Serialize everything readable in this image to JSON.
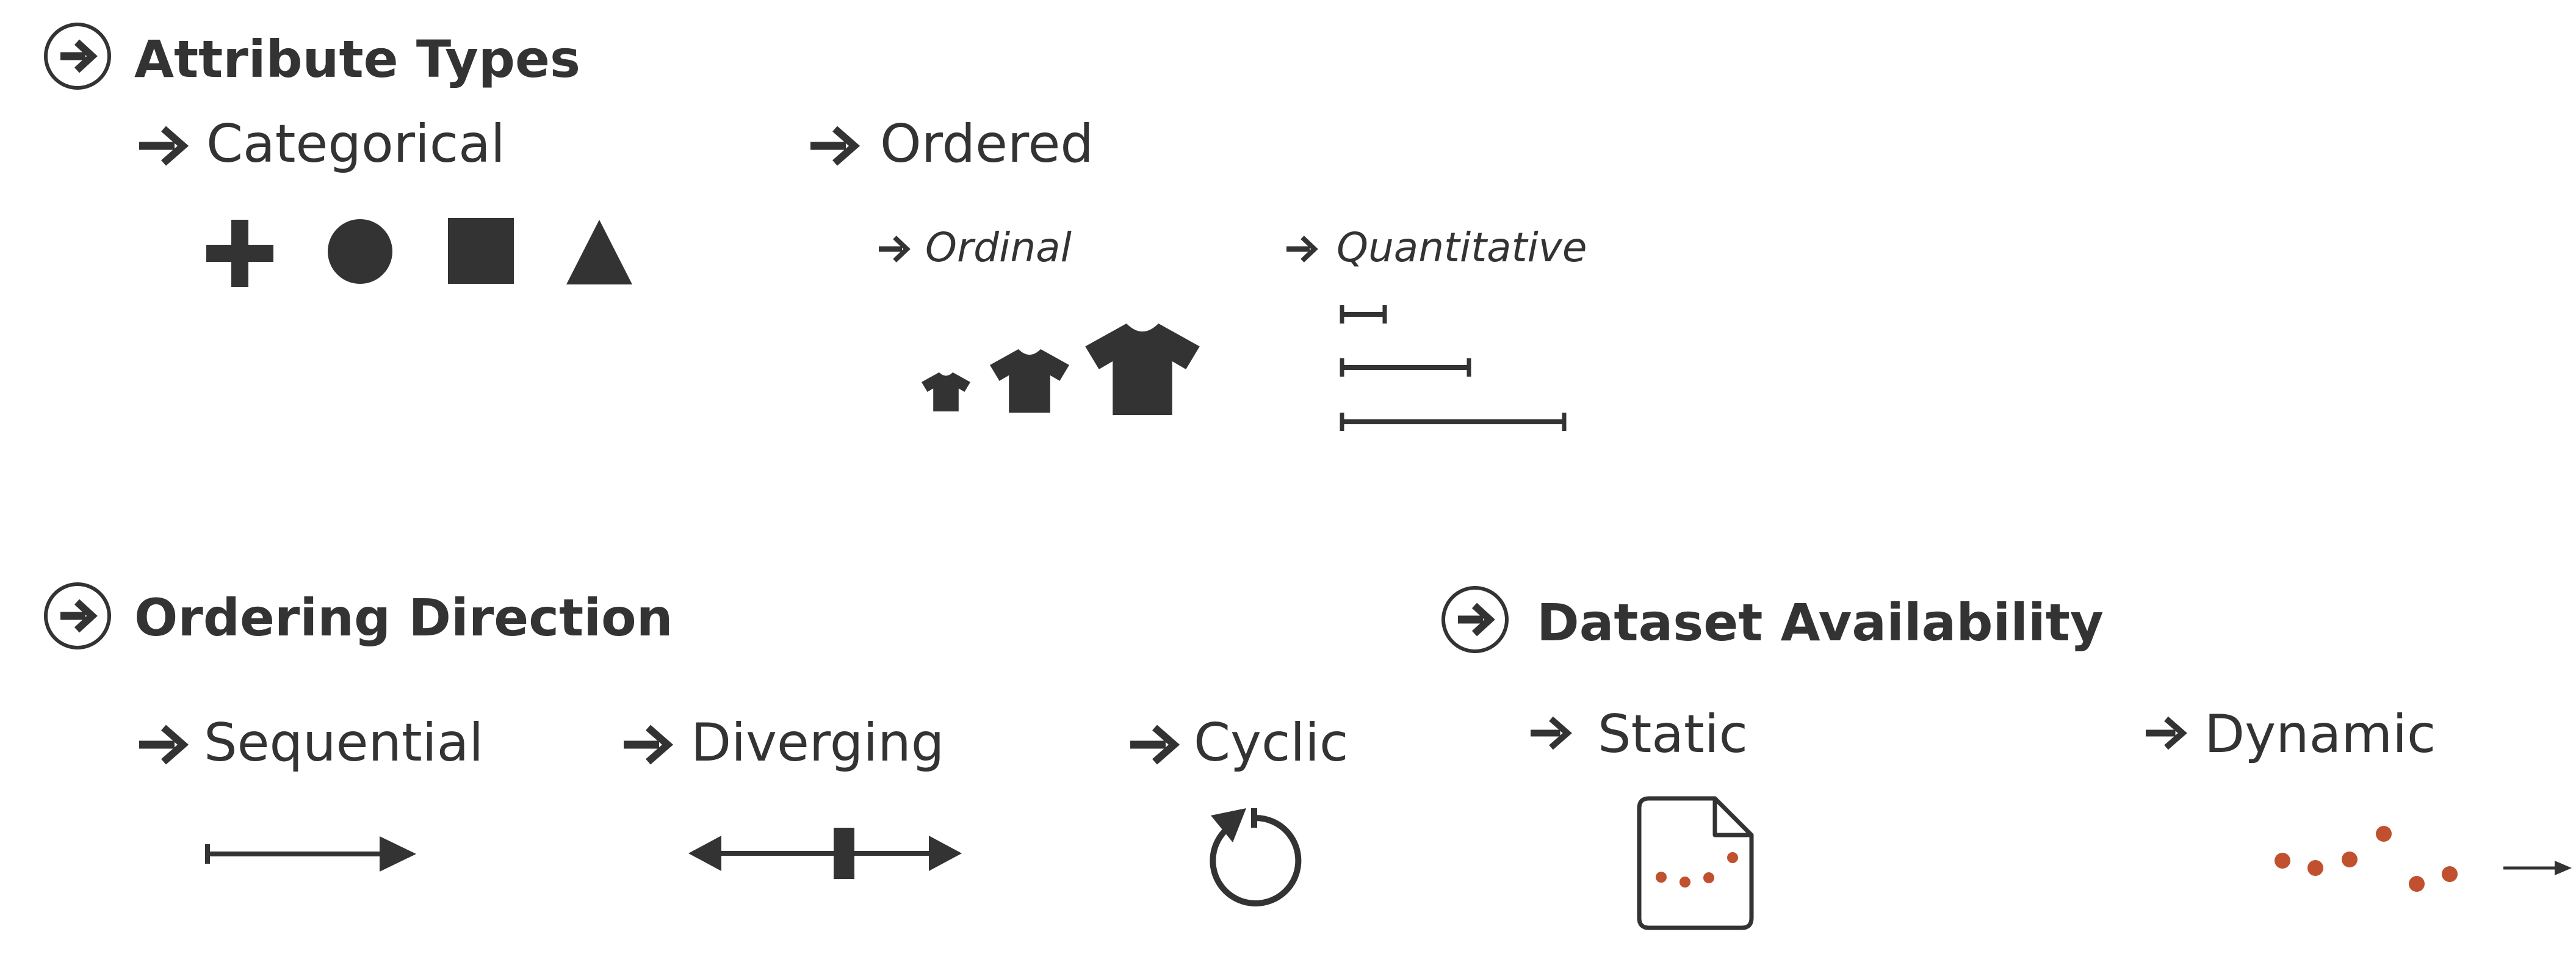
{
  "attribute_types": {
    "title": "Attribute Types",
    "categorical": {
      "label": "Categorical"
    },
    "ordered": {
      "label": "Ordered",
      "ordinal": {
        "label": "Ordinal"
      },
      "quantitative": {
        "label": "Quantitative"
      }
    }
  },
  "ordering_direction": {
    "title": "Ordering Direction",
    "sequential": {
      "label": "Sequential"
    },
    "diverging": {
      "label": "Diverging"
    },
    "cyclic": {
      "label": "Cyclic"
    }
  },
  "dataset_availability": {
    "title": "Dataset Availability",
    "static": {
      "label": "Static"
    },
    "dynamic": {
      "label": "Dynamic"
    }
  },
  "icons": {
    "circle_arrow": "circle-arrow-icon",
    "arrow": "right-arrow-icon",
    "plus": "plus-icon",
    "circle": "circle-icon",
    "square": "square-icon",
    "triangle": "triangle-icon",
    "shirt": "tshirt-icon",
    "file": "file-icon",
    "cyclic": "cycle-icon"
  },
  "colors": {
    "ink": "#333333",
    "dot": "#c1502e"
  }
}
